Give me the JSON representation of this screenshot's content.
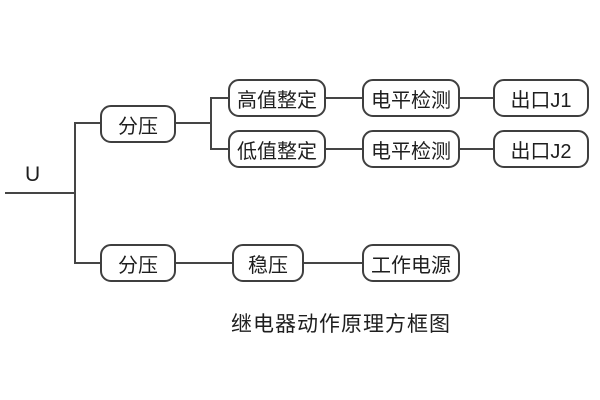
{
  "diagram": {
    "title": "继电器动作原理方框图",
    "input_label": "U",
    "nodes": {
      "divider_top": "分压",
      "high_set": "高值整定",
      "level_detect_1": "电平检测",
      "output_j1": "出口J1",
      "low_set": "低值整定",
      "level_detect_2": "电平检测",
      "output_j2": "出口J2",
      "divider_bottom": "分压",
      "regulator": "稳压",
      "power": "工作电源"
    },
    "flows": [
      "U → 分压 → 高值整定 → 电平检测 → 出口J1",
      "U → 分压 → 低值整定 → 电平检测 → 出口J2",
      "U → 分压 → 稳压 → 工作电源"
    ],
    "colors": {
      "line": "#454545",
      "border": "#3f3f3f",
      "text": "#1e1e1e",
      "background": "#ffffff"
    }
  }
}
